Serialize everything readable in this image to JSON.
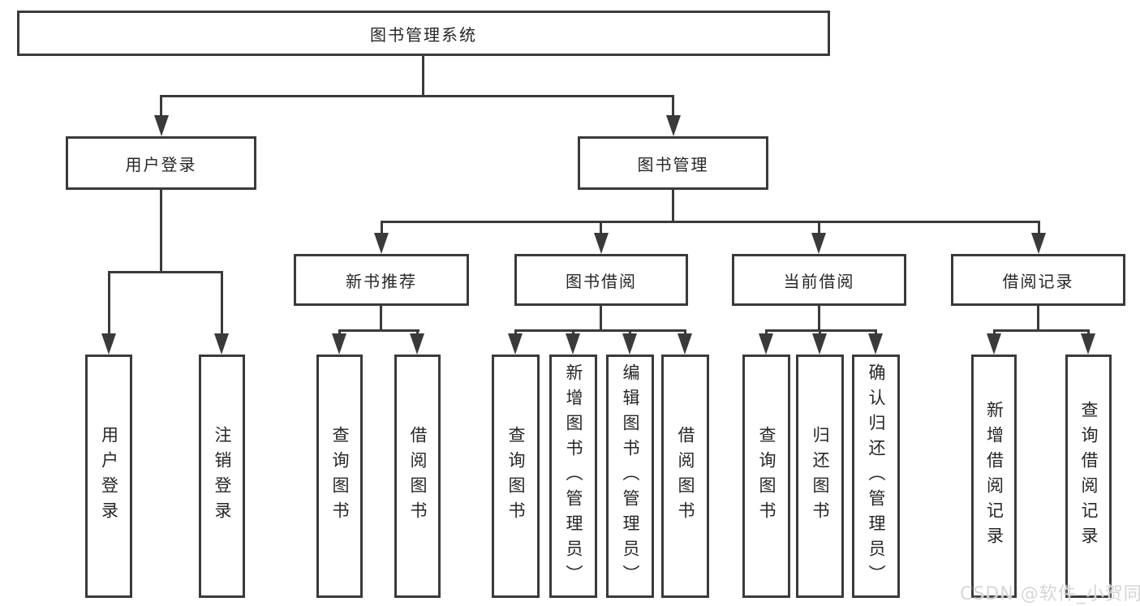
{
  "diagram": {
    "root": {
      "label": "图书管理系统"
    },
    "level2": [
      {
        "label": "用户登录"
      },
      {
        "label": "图书管理"
      }
    ],
    "level3": [
      {
        "label": "新书推荐"
      },
      {
        "label": "图书借阅"
      },
      {
        "label": "当前借阅"
      },
      {
        "label": "借阅记录"
      }
    ],
    "leaves": {
      "user_login": [
        "用户登录",
        "注销登录"
      ],
      "new_book": [
        "查询图书",
        "借阅图书"
      ],
      "book_borrow": [
        "查询图书",
        "新增图书（管理员）",
        "编辑图书（管理员）",
        "借阅图书"
      ],
      "current_borrow": [
        "查询图书",
        "归还图书",
        "确认归还（管理员）"
      ],
      "borrow_record": [
        "新增借阅记录",
        "查询借阅记录"
      ]
    }
  },
  "watermark": {
    "text": "CSDN @软件_小贺同学",
    "color": "#d6d6d6"
  },
  "colors": {
    "line": "#3a3a3a",
    "text": "#262626",
    "background": "#ffffff"
  }
}
